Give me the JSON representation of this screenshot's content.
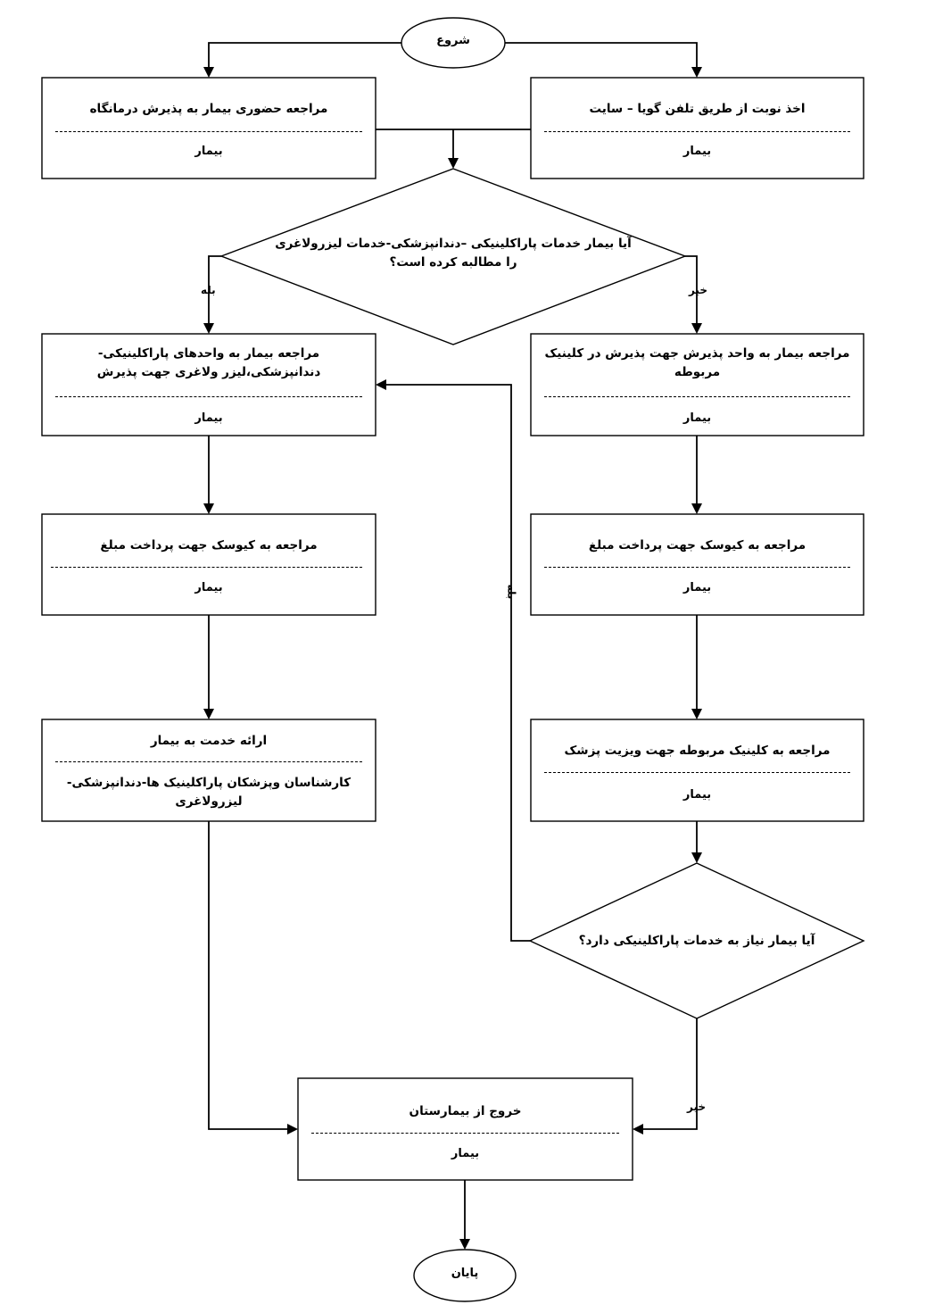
{
  "nodes": {
    "start": {
      "text": "شروع"
    },
    "end": {
      "text": "پایان"
    },
    "in_person": {
      "title": "مراجعه حضوری بیمار به پذیرش درمانگاه",
      "role": "بیمار"
    },
    "phone_booking": {
      "title": "اخذ نوبت از طریق تلفن گویا – سایت",
      "role": "بیمار"
    },
    "decision_paraclinic": {
      "text": "آیا بیمار خدمات پاراکلینیکی –دندانپزشکی-خدمات لیزرولاغری را مطالبه کرده است؟"
    },
    "left_reception": {
      "title": "مراجعه بیمار به واحدهای پاراکلینیکی-دندانپزشکی،لیزر ولاغری جهت پذیرش",
      "role": "بیمار"
    },
    "right_reception": {
      "title": "مراجعه بیمار به واحد پذیرش جهت پذیرش در کلینیک مربوطه",
      "role": "بیمار"
    },
    "left_kiosk": {
      "title": "مراجعه به کیوسک جهت پرداخت مبلغ",
      "role": "بیمار"
    },
    "right_kiosk": {
      "title": "مراجعه به کیوسک جهت پرداخت مبلغ",
      "role": "بیمار"
    },
    "service": {
      "title": "ارائه خدمت به بیمار",
      "role": "کارشناسان وپزشکان پاراکلینیک ها-دندانپزشکی-لیزرولاغری"
    },
    "clinic_visit": {
      "title": "مراجعه به کلینیک مربوطه جهت ویزیت پزشک",
      "role": "بیمار"
    },
    "decision_need": {
      "text": "آیا بیمار نیاز به خدمات پاراکلینیکی دارد؟"
    },
    "exit": {
      "title": "خروج از بیمارستان",
      "role": "بیمار"
    }
  },
  "edge_labels": {
    "yes_1": "بله",
    "no_1": "خیر",
    "yes_2": "بله",
    "no_2": "خیر"
  },
  "colors": {
    "stroke": "#000000",
    "fill": "#ffffff"
  }
}
